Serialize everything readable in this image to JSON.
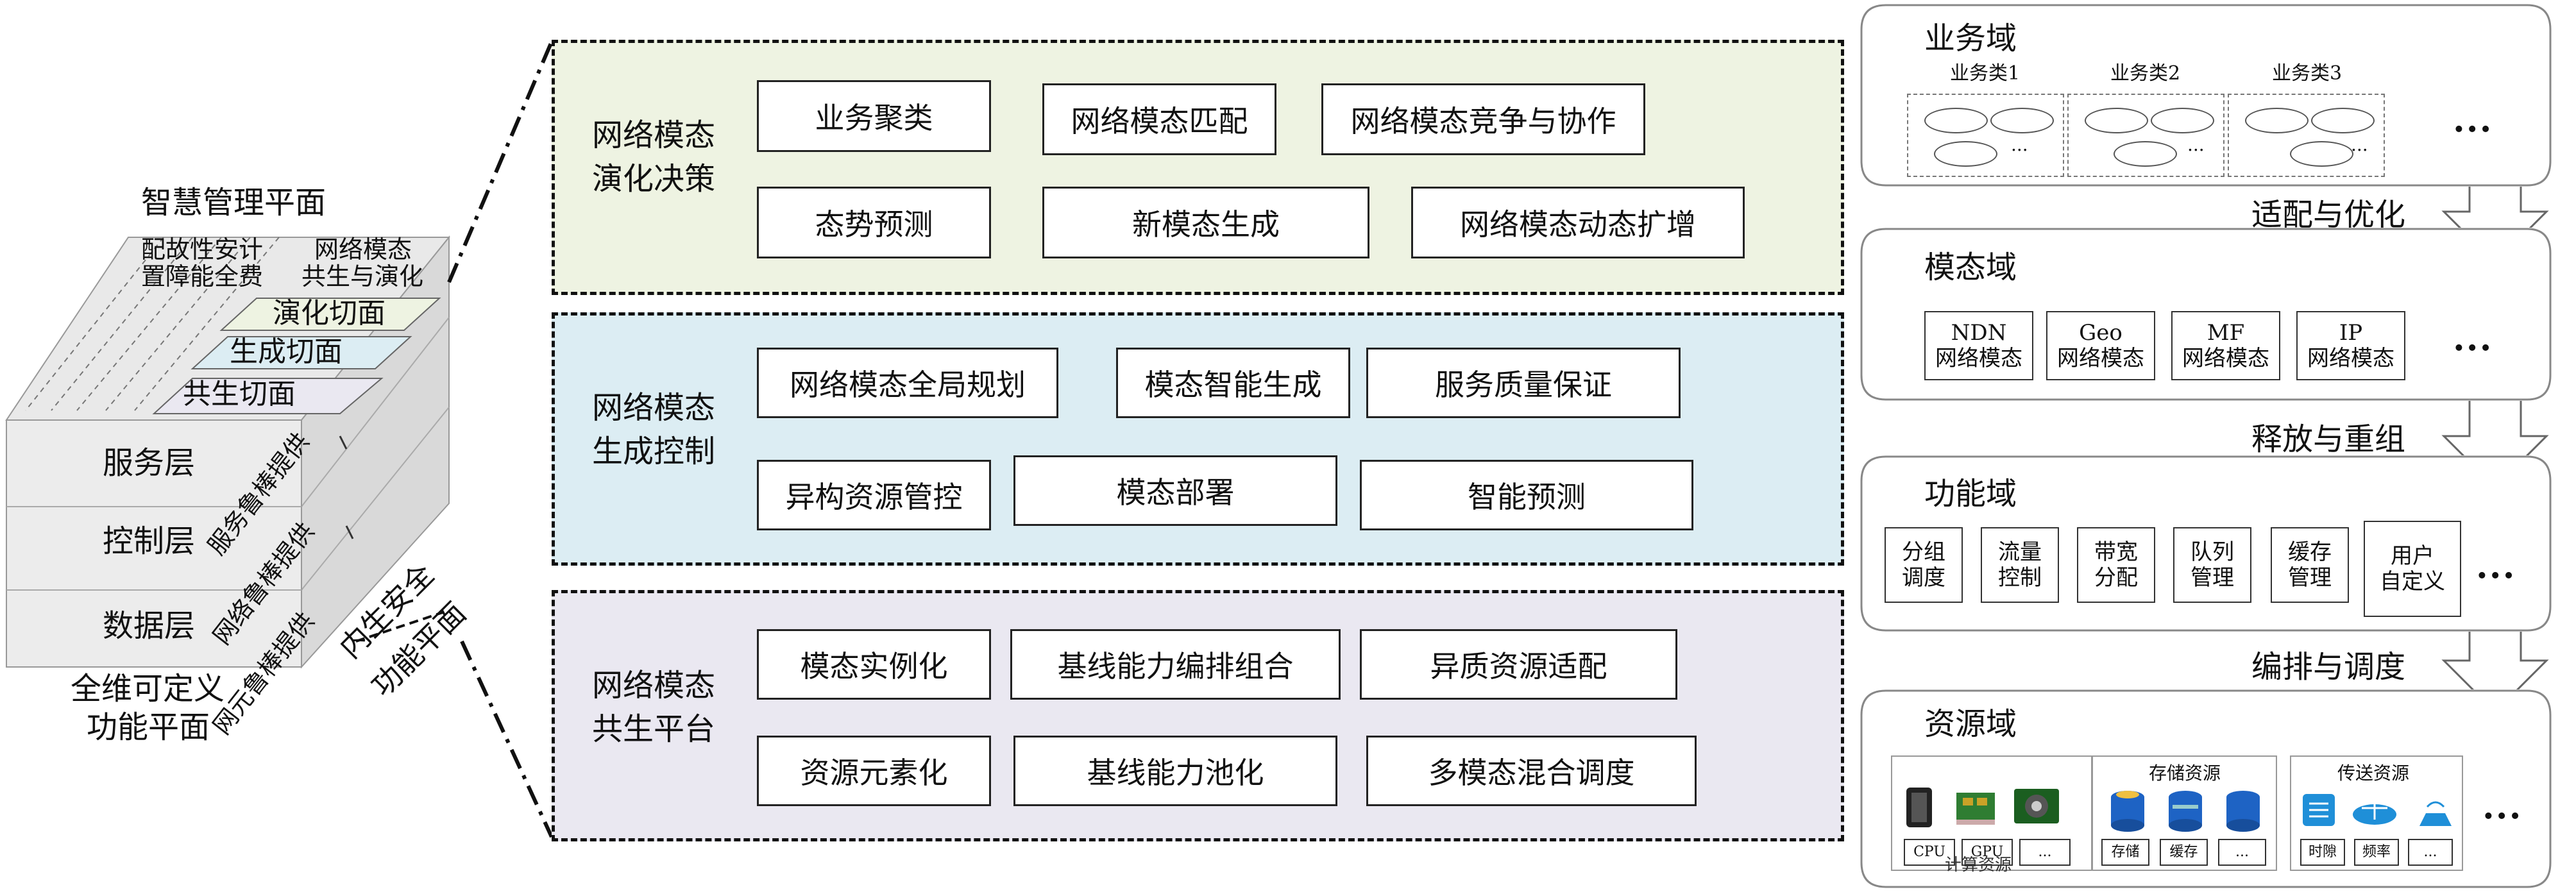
{
  "left": {
    "mgmt_plane": "智慧管理平面",
    "col1_line1": "配故性安计",
    "col1_line2": "置障能全费",
    "col2_line1": "网络模态",
    "col2_line2": "共生与演化",
    "slice_evolve": "演化切面",
    "slice_generate": "生成切面",
    "slice_symbiosis": "共生切面",
    "layer_service": "服务层",
    "layer_control": "控制层",
    "layer_data": "数据层",
    "side_service": "服务鲁棒提供",
    "side_network": "网络鲁棒提供",
    "side_element": "网元鲁棒提供",
    "security_plane_l1": "内生安全",
    "security_plane_l2": "功能平面",
    "func_plane_l1": "全维可定义",
    "func_plane_l2": "功能平面"
  },
  "center": {
    "panel1": {
      "title_l1": "网络模态",
      "title_l2": "演化决策",
      "items": [
        "业务聚类",
        "网络模态匹配",
        "网络模态竞争与协作",
        "态势预测",
        "新模态生成",
        "网络模态动态扩增"
      ],
      "color": "#eef3e2"
    },
    "panel2": {
      "title_l1": "网络模态",
      "title_l2": "生成控制",
      "items": [
        "网络模态全局规划",
        "模态智能生成",
        "服务质量保证",
        "异构资源管控",
        "模态部署",
        "智能预测"
      ],
      "color": "#dcedf3"
    },
    "panel3": {
      "title_l1": "网络模态",
      "title_l2": "共生平台",
      "items": [
        "模态实例化",
        "基线能力编排组合",
        "异质资源适配",
        "资源元素化",
        "基线能力池化",
        "多模态混合调度"
      ],
      "color": "#eae8f1"
    }
  },
  "right": {
    "business": {
      "title": "业务域",
      "classes": [
        "业务类1",
        "业务类2",
        "业务类3"
      ],
      "inner_dots": "...",
      "more": "..."
    },
    "arrow1": "适配与优化",
    "modal": {
      "title": "模态域",
      "items": [
        {
          "l1": "NDN",
          "l2": "网络模态"
        },
        {
          "l1": "Geo",
          "l2": "网络模态"
        },
        {
          "l1": "MF",
          "l2": "网络模态"
        },
        {
          "l1": "IP",
          "l2": "网络模态"
        }
      ],
      "more": "..."
    },
    "arrow2": "释放与重组",
    "function": {
      "title": "功能域",
      "items": [
        {
          "l1": "分组",
          "l2": "调度"
        },
        {
          "l1": "流量",
          "l2": "控制"
        },
        {
          "l1": "带宽",
          "l2": "分配"
        },
        {
          "l1": "队列",
          "l2": "管理"
        },
        {
          "l1": "缓存",
          "l2": "管理"
        },
        {
          "l1": "用户",
          "l2": "自定义"
        }
      ],
      "more": "..."
    },
    "arrow3": "编排与调度",
    "resource": {
      "title": "资源域",
      "compute_label": "计算资源",
      "compute_items": [
        "CPU",
        "GPU",
        "..."
      ],
      "storage_label": "存储资源",
      "storage_items": [
        "存储",
        "缓存",
        "..."
      ],
      "transfer_label": "传送资源",
      "transfer_items": [
        "时隙",
        "频率",
        "..."
      ],
      "more": "..."
    }
  }
}
